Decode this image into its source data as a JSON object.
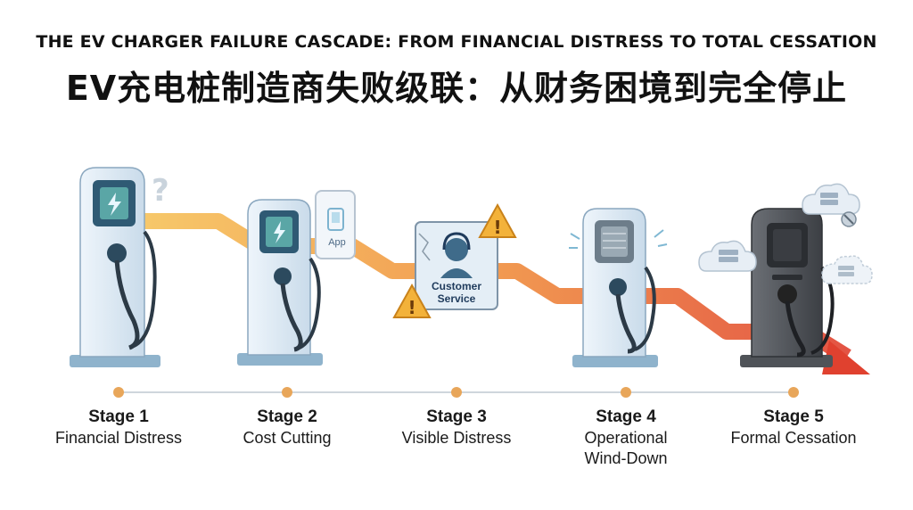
{
  "title": {
    "english": "THE EV CHARGER FAILURE CASCADE: FROM FINANCIAL DISTRESS TO TOTAL CESSATION",
    "chinese": "EV充电桩制造商失败级联：从财务困境到完全停止"
  },
  "stages": [
    {
      "label": "Stage 1",
      "name": "Financial Distress"
    },
    {
      "label": "Stage 2",
      "name": "Cost Cutting"
    },
    {
      "label": "Stage 3",
      "name": "Visible Distress"
    },
    {
      "label": "Stage 4",
      "name": "Operational Wind-Down"
    },
    {
      "label": "Stage 5",
      "name": "Formal Cessation"
    }
  ],
  "icons": {
    "phone_app_label": "App",
    "customer_service_label": "Customer Service",
    "question_mark": "?",
    "warning": "!"
  },
  "colors": {
    "trend_start": "#f4b24a",
    "trend_end": "#e0412f",
    "timeline_dot": "#e8a65a",
    "charger_light": "#d7e6f2",
    "charger_dark": "#4a4d52"
  }
}
